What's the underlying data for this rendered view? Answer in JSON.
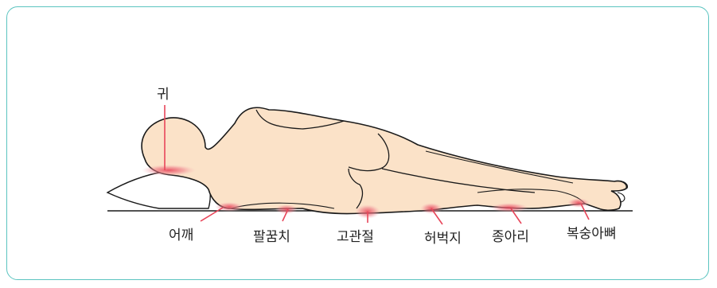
{
  "labels": {
    "ear": "귀",
    "shoulder": "어깨",
    "elbow": "팔꿈치",
    "hip": "고관절",
    "thigh": "허벅지",
    "calf": "종아리",
    "ankle": "복숭아뼈"
  },
  "colors": {
    "frame": "#5bc4c0",
    "skin": "#fbe2c8",
    "outline": "#1a1a1a",
    "pressure": "#e8465a",
    "pillow": "#ffffff"
  }
}
